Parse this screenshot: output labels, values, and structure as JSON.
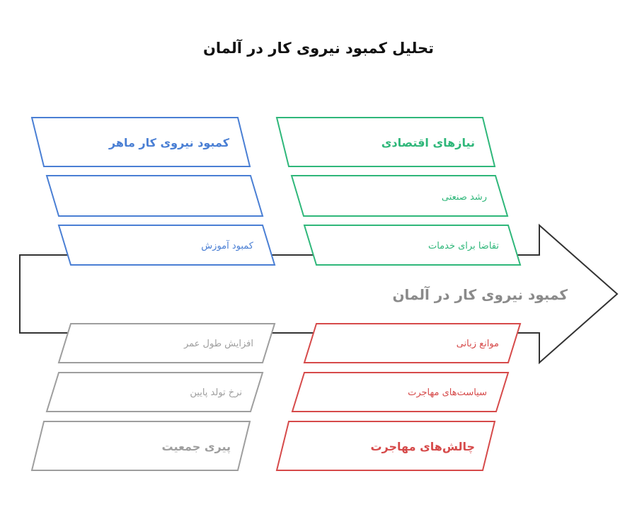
{
  "title": "تحلیل کمبود نیروی کار در آلمان",
  "spine_label": "کمبود نیروی کار در آلمان",
  "colors": {
    "blue": "#4a7fd4",
    "green": "#2fb77a",
    "gray": "#9e9e9e",
    "red": "#d64a4a",
    "spine": "#333333",
    "spine_label": "#8a8a8a"
  },
  "branches": {
    "skilled_shortage": {
      "heading": "کمبود نیروی کار ماهر",
      "items": [
        "",
        "کمبود آموزش"
      ]
    },
    "economic_needs": {
      "heading": "نیازهای اقتصادی",
      "items": [
        "رشد صنعتی",
        "تقاضا برای خدمات"
      ]
    },
    "demographics": {
      "heading": "پیری جمعیت",
      "items": [
        "افزایش طول عمر",
        "نرخ تولد پایین"
      ]
    },
    "immigration_challenges": {
      "heading": "چالش‌های مهاجرت",
      "items": [
        "موانع زبانی",
        "سیاست‌های مهاجرت"
      ]
    }
  }
}
